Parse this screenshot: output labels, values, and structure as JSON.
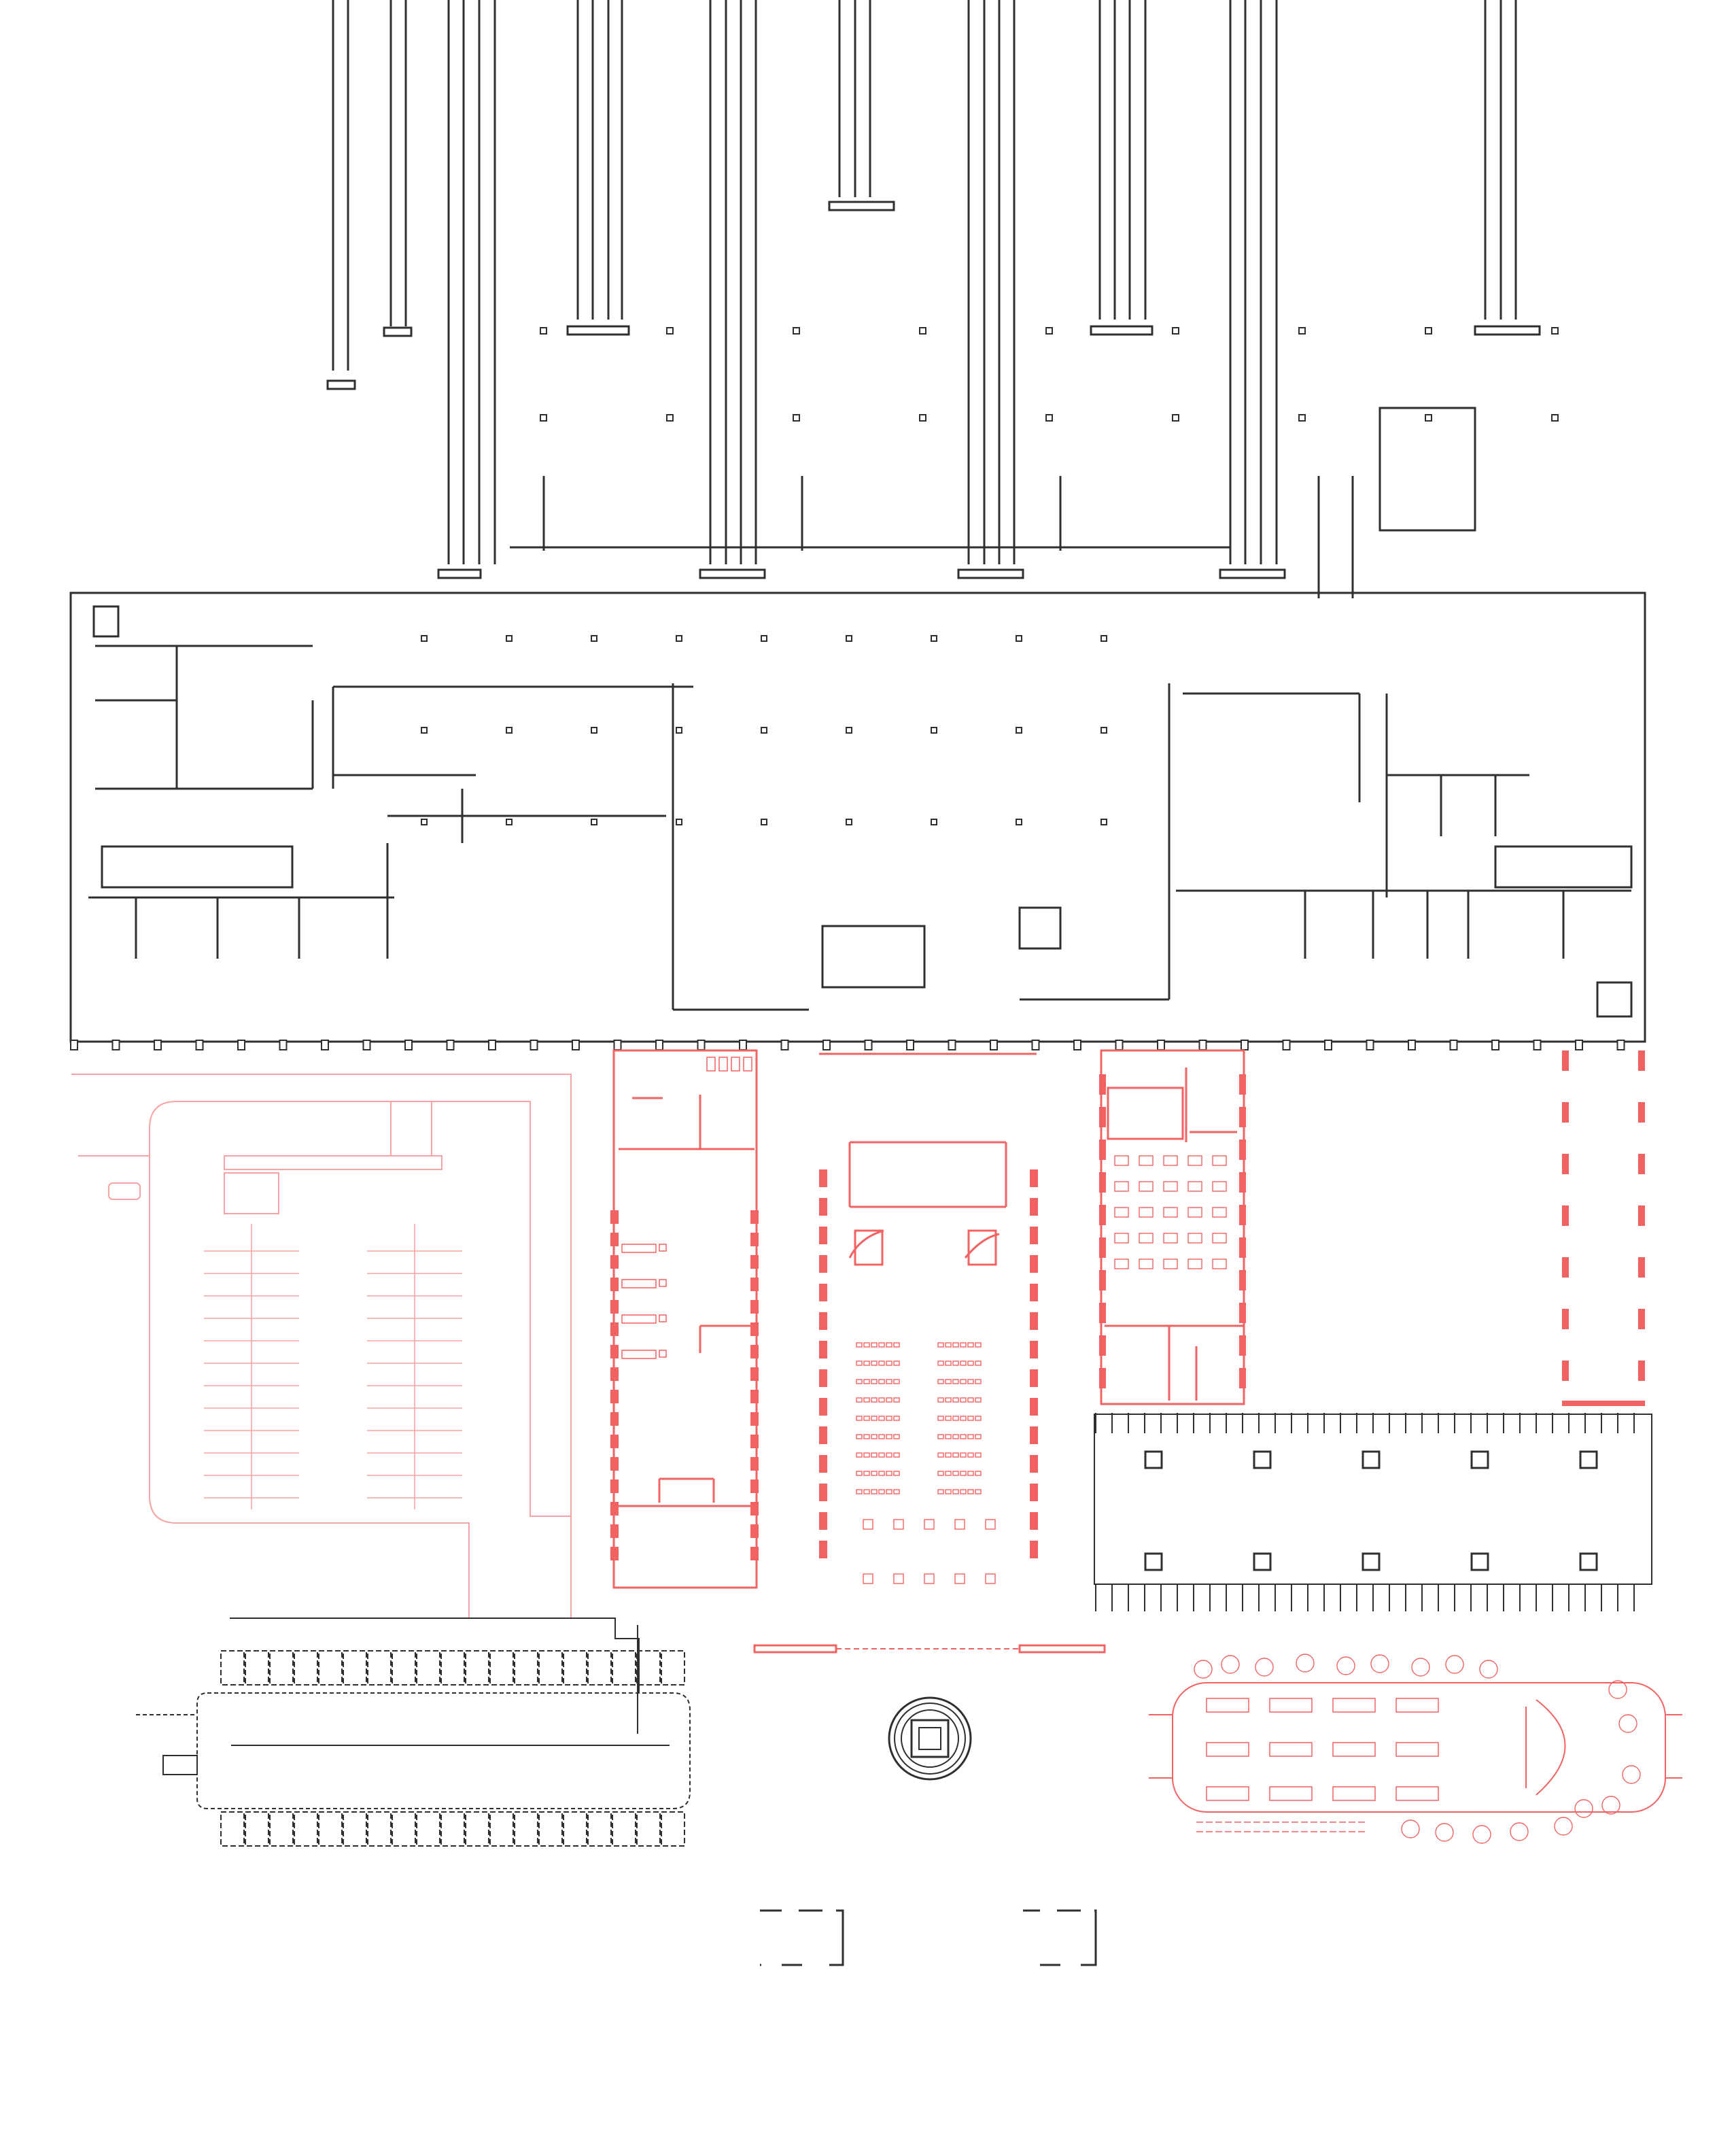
{
  "drawing": {
    "type": "architectural-floor-plan",
    "colors": {
      "existing": "#2f2f2f",
      "intervention": "#f26262",
      "intervention_light": "#f7a3a3",
      "light_grey": "#bdbdbd"
    },
    "zones": [
      {
        "id": "rail-tracks",
        "color": "existing"
      },
      {
        "id": "existing-station-building",
        "color": "existing"
      },
      {
        "id": "parking-lot",
        "color": "intervention_light"
      },
      {
        "id": "service-block",
        "color": "intervention"
      },
      {
        "id": "auditorium-hall",
        "color": "intervention"
      },
      {
        "id": "cafe-block",
        "color": "intervention"
      },
      {
        "id": "open-colonnade",
        "color": "intervention"
      },
      {
        "id": "covered-platform",
        "color": "existing"
      },
      {
        "id": "bus-shelter",
        "color": "existing"
      },
      {
        "id": "roundabout",
        "color": "existing"
      },
      {
        "id": "garden-pavilion",
        "color": "intervention"
      },
      {
        "id": "entrance-kiosks",
        "color": "existing"
      }
    ]
  }
}
